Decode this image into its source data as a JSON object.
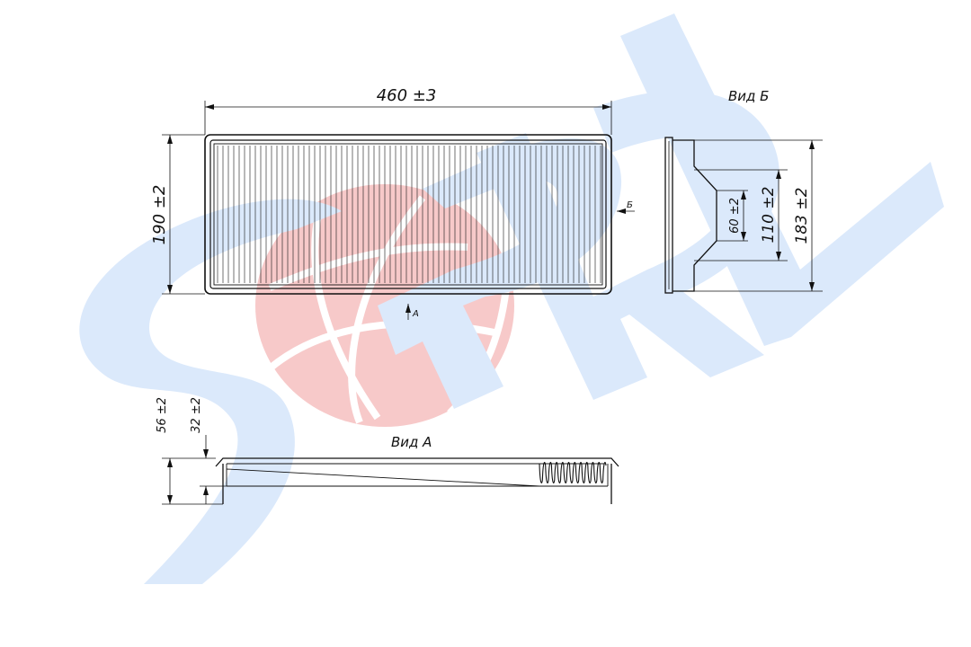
{
  "watermark": {
    "letters": "SPRL",
    "blue": "#dbe9fb",
    "red": "#f7c9c9"
  },
  "drawing": {
    "line_color": "#111111",
    "top_view": {
      "length_dim": "460 ±3",
      "height_dim": "190 ±2",
      "view_b_arrow_label": "Б",
      "view_a_arrow_label": "A"
    },
    "view_b": {
      "title": "Вид Б",
      "dim_60": "60 ±2",
      "dim_110": "110 ±2",
      "dim_183": "183 ±2"
    },
    "view_a": {
      "title": "Вид A",
      "dim_56": "56 ±2",
      "dim_32": "32 ±2"
    }
  }
}
